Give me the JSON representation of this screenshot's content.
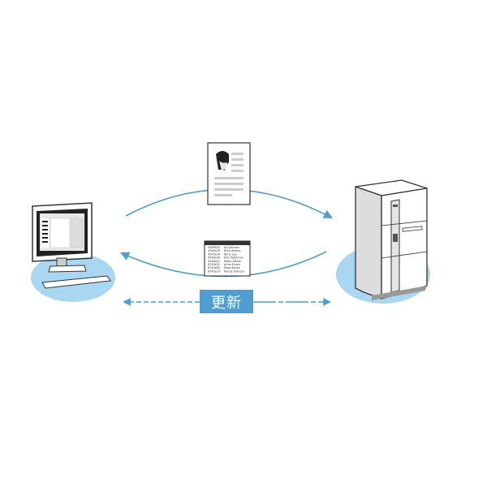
{
  "diagram": {
    "title": "Client–server data update",
    "colors": {
      "accent": "#4f9dd1",
      "ellipse": "#a9d6f0",
      "outline": "#333333",
      "doc_line": "#cccccc"
    },
    "nodes": [
      {
        "id": "client",
        "name": "Desktop computer",
        "icon": "desktop-computer-icon"
      },
      {
        "id": "server",
        "name": "Server cabinet",
        "icon": "server-icon"
      }
    ],
    "documents": {
      "profile": {
        "icon": "profile-document-icon"
      },
      "table": {
        "icon": "data-table-icon",
        "rows": [
          {
            "id": "4469620",
            "name": "Art Johnson"
          },
          {
            "id": "4548a78",
            "name": "Ruth Adams"
          },
          {
            "id": "4543e26",
            "name": "Boris Lee"
          },
          {
            "id": "4548a35",
            "name": "Ellis Patterson"
          },
          {
            "id": "4548a47",
            "name": "Robin Maher"
          },
          {
            "id": "8743e22",
            "name": "Anne Evans"
          },
          {
            "id": "8743e62",
            "name": "Rose Banks"
          },
          {
            "id": "8743e14",
            "name": "Randy Johnson"
          }
        ]
      }
    },
    "edges": [
      {
        "from": "client",
        "to": "server",
        "style": "solid",
        "carries": "profile"
      },
      {
        "from": "server",
        "to": "client",
        "style": "solid",
        "carries": "table"
      },
      {
        "from": "client",
        "to": "server",
        "style": "dashed-bidirectional",
        "label": "更新"
      }
    ],
    "update_label": "更新"
  }
}
